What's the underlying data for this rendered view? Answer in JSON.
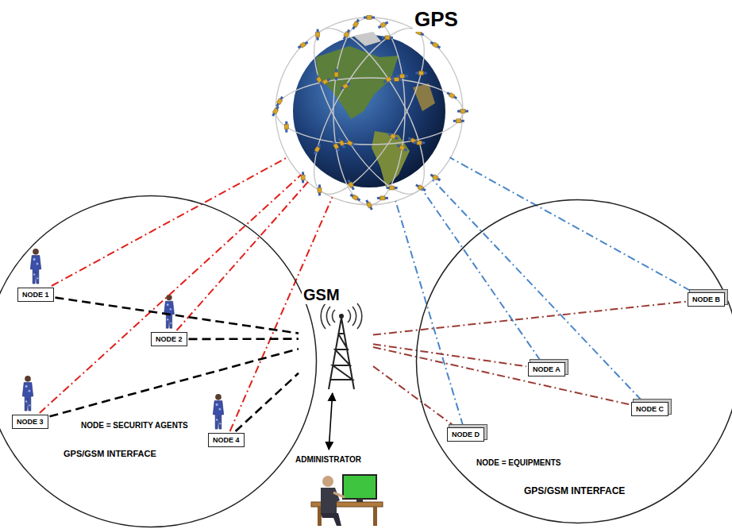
{
  "diagram": {
    "nodes": [
      {
        "text": [
          "GPS"
        ]
      },
      {
        "text": [
          "NODE = SECURITY AGENTS",
          "GPS/GSM INTERFACE"
        ]
      },
      {
        "text": [
          "NODE 1"
        ],
        "in": 1
      },
      {
        "text": [
          "NODE 2"
        ],
        "in": 1
      },
      {
        "text": [
          "NODE 3"
        ],
        "in": 1
      },
      {
        "text": [
          "NODE 4"
        ],
        "in": 1
      },
      {
        "text": [
          "GSM"
        ]
      },
      {
        "text": [
          "ADMINISTRATOR"
        ]
      },
      {
        "text": [
          "NODE = EQUIPMENTS",
          "GPS/GSM INTERFACE"
        ]
      },
      {
        "text": [
          "NODE B"
        ],
        "in": 8
      },
      {
        "text": [
          "NODE A"
        ],
        "in": 8
      },
      {
        "text": [
          "NODE C"
        ],
        "in": 8
      },
      {
        "text": [
          "NODE D"
        ],
        "in": 8
      }
    ],
    "edges": [
      {
        "from": 2,
        "to": 0,
        "arrow": "none"
      },
      {
        "from": 3,
        "to": 0,
        "arrow": "none"
      },
      {
        "from": 4,
        "to": 0,
        "arrow": "none"
      },
      {
        "from": 5,
        "to": 0,
        "arrow": "none"
      },
      {
        "from": 2,
        "to": 6,
        "arrow": "none"
      },
      {
        "from": 3,
        "to": 6,
        "arrow": "none"
      },
      {
        "from": 4,
        "to": 6,
        "arrow": "none"
      },
      {
        "from": 5,
        "to": 6,
        "arrow": "none"
      },
      {
        "from": 9,
        "to": 0,
        "arrow": "none"
      },
      {
        "from": 10,
        "to": 0,
        "arrow": "none"
      },
      {
        "from": 11,
        "to": 0,
        "arrow": "none"
      },
      {
        "from": 12,
        "to": 0,
        "arrow": "none"
      },
      {
        "from": 6,
        "to": 9,
        "arrow": "none"
      },
      {
        "from": 6,
        "to": 10,
        "arrow": "none"
      },
      {
        "from": 6,
        "to": 11,
        "arrow": "none"
      },
      {
        "from": 6,
        "to": 12,
        "arrow": "none"
      },
      {
        "from": 6,
        "to": 7,
        "arrow": "both"
      }
    ]
  }
}
